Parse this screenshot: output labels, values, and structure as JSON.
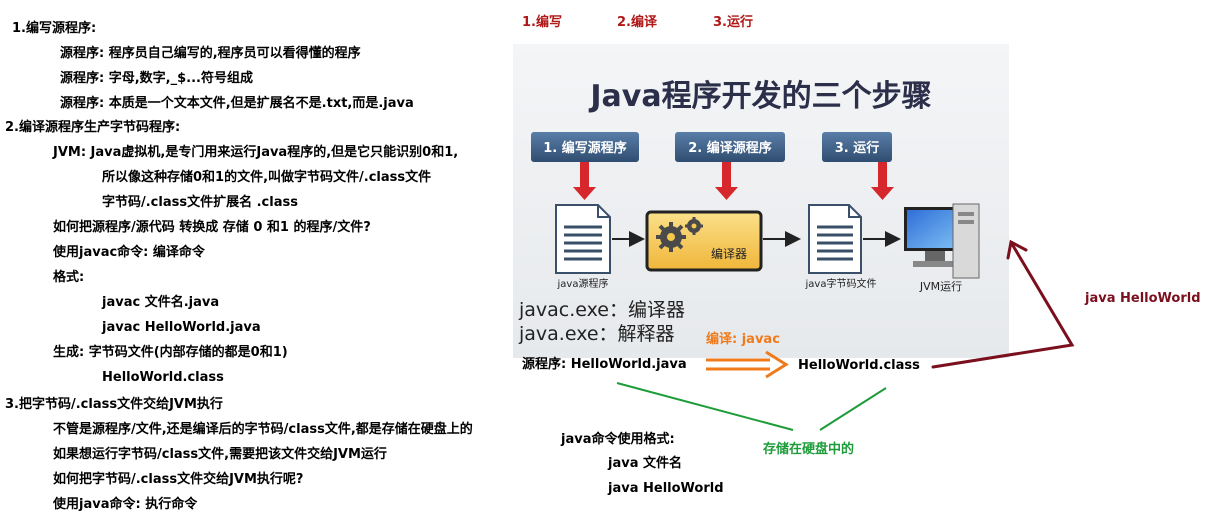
{
  "left": {
    "s1_title": "1.编写源程序:",
    "s1_l1": "源程序: 程序员自己编写的,程序员可以看得懂的程序",
    "s1_l2": "源程序: 字母,数字,_$...符号组成",
    "s1_l3": "源程序: 本质是一个文本文件,但是扩展名不是.txt,而是.java",
    "s2_title": "2.编译源程序生产字节码程序:",
    "s2_l1": "JVM: Java虚拟机,是专门用来运行Java程序的,但是它只能识别0和1,",
    "s2_l2": "所以像这种存储0和1的文件,叫做字节码文件/.class文件",
    "s2_l3": "字节码/.class文件扩展名 .class",
    "s2_l4": "如何把源程序/源代码 转换成 存储 0 和1 的程序/文件?",
    "s2_l5": "使用javac命令: 编译命令",
    "s2_l6": "格式:",
    "s2_l7": "javac 文件名.java",
    "s2_l8": "javac HelloWorld.java",
    "s2_l9": "生成: 字节码文件(内部存储的都是0和1)",
    "s2_l10": "HelloWorld.class",
    "s3_title": "3.把字节码/.class文件交给JVM执行",
    "s3_l1": "不管是源程序/文件,还是编译后的字节码/class文件,都是存储在硬盘上的",
    "s3_l2": "如果想运行字节码/class文件,需要把该文件交给JVM运行",
    "s3_l3": "如何把字节码/.class文件交给JVM执行呢?",
    "s3_l4": "使用java命令: 执行命令"
  },
  "top_steps": [
    "1.编写",
    "2.编译",
    "3.运行"
  ],
  "diagram": {
    "title": "Java程序开发的三个步骤",
    "steps": [
      "1. 编写源程序",
      "2. 编译源程序",
      "3. 运行"
    ],
    "compiler_label": "编译器",
    "doc1_caption": "java源程序",
    "doc2_caption": "java字节码文件",
    "jvm_caption": "JVM运行",
    "line1": "javac.exe：编译器",
    "line2": "java.exe：解释器"
  },
  "annotations": {
    "compile_label": "编译: javac",
    "source_label": "源程序: HelloWorld.java",
    "class_label": "HelloWorld.class",
    "run_label": "java HelloWorld",
    "disk_label": "存储在硬盘中的",
    "java_usage_title": "java命令使用格式:",
    "java_usage_1": "java 文件名",
    "java_usage_2": "java HelloWorld"
  },
  "colors": {
    "step_red": "#b01818",
    "dark_red": "#7a0f1e",
    "orange": "#f07b1c",
    "green": "#1e9c3a",
    "diagram_bg": "#eef0f2",
    "step_box": "#3d5f86",
    "compiler_box": "#f6c84b"
  }
}
